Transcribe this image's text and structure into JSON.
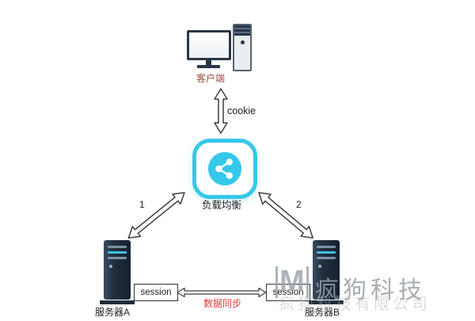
{
  "diagram": {
    "nodes": {
      "client": {
        "label": "客户端"
      },
      "load_balancer": {
        "label": "负载均衡"
      },
      "server_a": {
        "label": "服务器A"
      },
      "server_b": {
        "label": "服务器B"
      },
      "session_a": {
        "label": "session"
      },
      "session_b": {
        "label": "session"
      }
    },
    "edges": {
      "cookie": {
        "label": "cookie"
      },
      "lb_to_server_a": {
        "label": "1"
      },
      "lb_to_server_b": {
        "label": "2"
      },
      "session_sync": {
        "label": "数据同步",
        "label_color": "#e53935"
      }
    }
  },
  "icons": {
    "client": "desktop-computer-icon",
    "load_balancer": "share-network-icon",
    "servers": "server-tower-icon"
  },
  "watermark": {
    "logo": "M",
    "brand": "疯狗科技",
    "tagline": "疯狗科技有限公司"
  },
  "colors": {
    "load_balancer_accent": "#35c8ea",
    "arrow_outline": "#3f3f3f",
    "sync_label": "#e53935",
    "client_label": "#9b4b43",
    "watermark_gray": "#9aa2aa"
  }
}
